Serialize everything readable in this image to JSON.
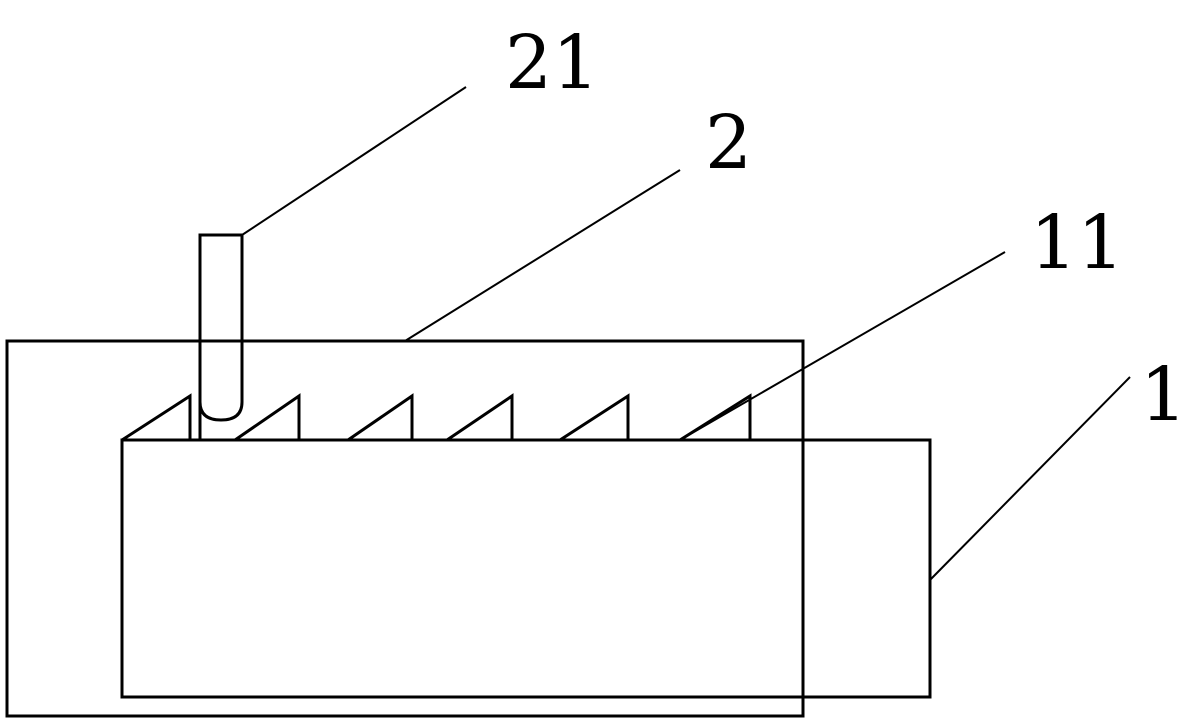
{
  "diagram": {
    "labels": {
      "clip": "21",
      "frame": "2",
      "teeth": "11",
      "body": "1"
    },
    "colors": {
      "ink": "#000000",
      "background": "#ffffff"
    }
  }
}
